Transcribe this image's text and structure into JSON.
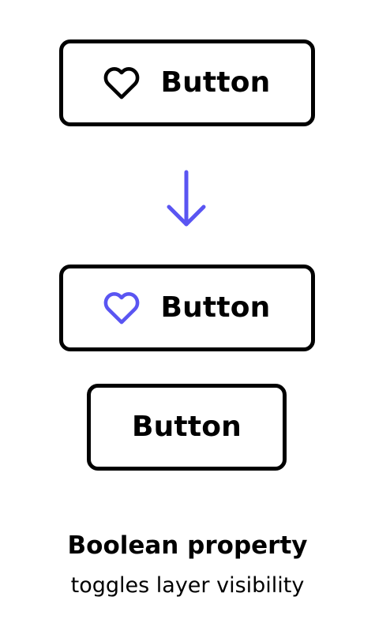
{
  "colors": {
    "outline": "#000000",
    "accent": "#5a55f2",
    "background": "#ffffff"
  },
  "buttons": [
    {
      "label": "Button",
      "icon": "heart-icon",
      "icon_visible": true,
      "icon_color": "#000000"
    },
    {
      "label": "Button",
      "icon": "heart-icon",
      "icon_visible": true,
      "icon_color": "#5a55f2"
    },
    {
      "label": "Button",
      "icon": "heart-icon",
      "icon_visible": false
    }
  ],
  "arrow": {
    "icon": "arrow-down-icon",
    "color": "#5a55f2"
  },
  "caption": {
    "title": "Boolean property",
    "subtitle": "toggles layer visibility"
  }
}
